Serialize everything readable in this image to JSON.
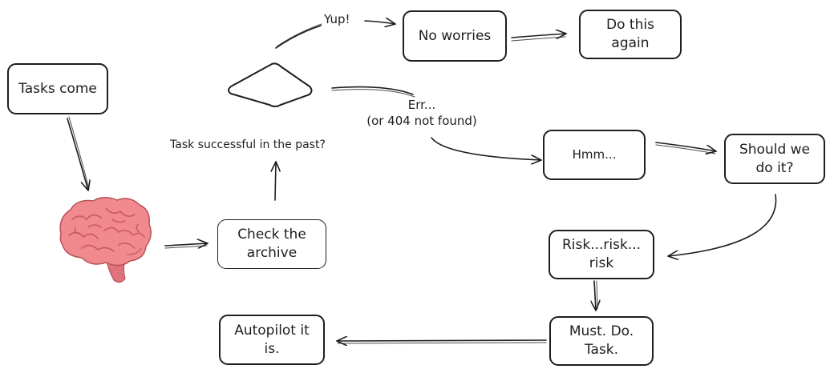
{
  "nodes": {
    "tasks_come": "Tasks come",
    "check_archive": "Check the\narchive",
    "decision_question": "Task successful in the past?",
    "no_worries": "No worries",
    "do_this_again": "Do this\nagain",
    "hmm": "Hmm...",
    "should_we": "Should we\ndo it?",
    "risk": "Risk...risk...\nrisk",
    "must_do": "Must. Do.\nTask.",
    "autopilot": "Autopilot it\nis."
  },
  "edge_labels": {
    "yes": "Yup!",
    "no": "Err...\n(or 404 not found)"
  },
  "icons": {
    "brain": "brain-icon"
  },
  "colors": {
    "stroke": "#1e1e1e",
    "brain_fill": "#f08a8f",
    "brain_dark": "#d9656c"
  }
}
